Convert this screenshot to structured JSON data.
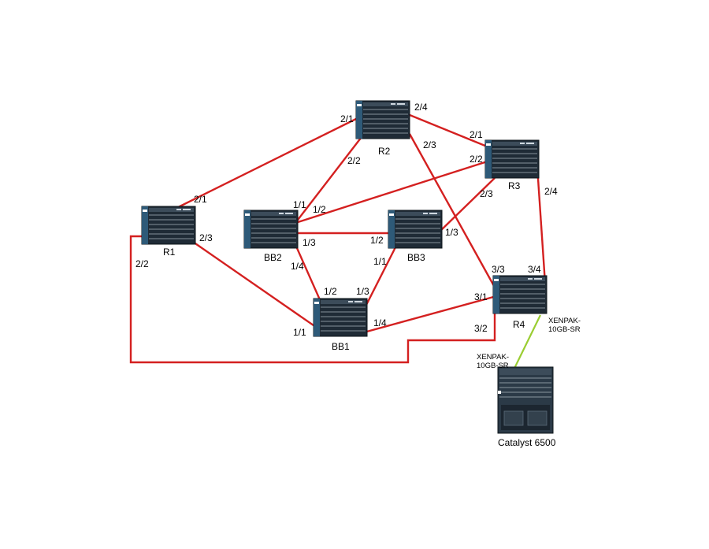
{
  "devices": {
    "r1": "R1",
    "r2": "R2",
    "r3": "R3",
    "r4": "R4",
    "bb1": "BB1",
    "bb2": "BB2",
    "bb3": "BB3",
    "catalyst": "Catalyst 6500"
  },
  "ports": {
    "r1_2_1": "2/1",
    "r1_2_3": "2/3",
    "r1_2_2": "2/2",
    "r2_2_1": "2/1",
    "r2_2_2": "2/2",
    "r2_2_3": "2/3",
    "r2_2_4": "2/4",
    "r3_2_1": "2/1",
    "r3_2_2": "2/2",
    "r3_2_3": "2/3",
    "r3_2_4": "2/4",
    "r4_3_3": "3/3",
    "r4_3_4": "3/4",
    "r4_3_1": "3/1",
    "r4_3_2": "3/2",
    "bb2_1_1": "1/1",
    "bb2_1_2": "1/2",
    "bb2_1_3": "1/3",
    "bb2_1_4": "1/4",
    "bb3_1_2": "1/2",
    "bb3_1_3": "1/3",
    "bb3_1_1": "1/1",
    "bb1_1_2": "1/2",
    "bb1_1_3": "1/3",
    "bb1_1_4": "1/4",
    "bb1_1_1": "1/1"
  },
  "xenpak": {
    "r4_line1": "XENPAK-",
    "r4_line2": "10GB-SR",
    "cat_line1": "XENPAK-",
    "cat_line2": "10GB-SR"
  },
  "colors": {
    "link_red": "#d42020",
    "link_green": "#9acd32",
    "chassis_dark": "#2b3a47",
    "chassis_side": "#2e5a78"
  }
}
